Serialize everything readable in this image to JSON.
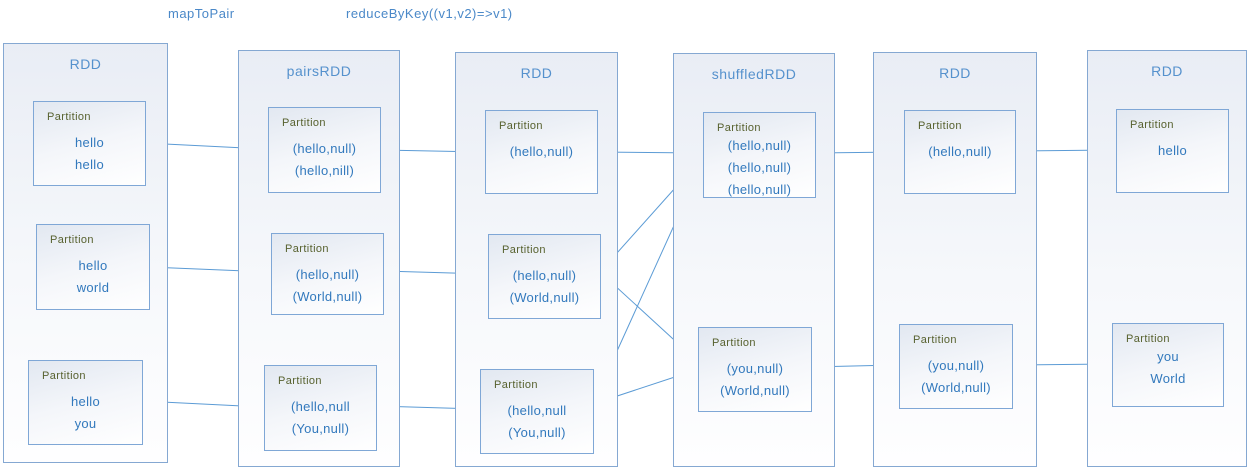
{
  "header_labels": {
    "map_to_pair": "mapToPair",
    "reduce_by_key": "reduceByKey((v1,v2)=>v1)"
  },
  "colors": {
    "box_border": "#85a8d2",
    "partition_border": "#7fa7d6",
    "arrow": "#5b9bd5",
    "rdd_title_text": "#5591cd",
    "partition_content_text": "#3279bd",
    "partition_label_text": "#57612e",
    "top_label_text": "#4a88c8"
  },
  "columns": [
    {
      "id": "rdd-1",
      "title": "RDD",
      "partitions": [
        {
          "label": "Partition",
          "lines": [
            "hello",
            "hello"
          ]
        },
        {
          "label": "Partition",
          "lines": [
            "hello",
            "world"
          ]
        },
        {
          "label": "Partition",
          "lines": [
            "hello",
            "you"
          ]
        }
      ]
    },
    {
      "id": "pairsRDD",
      "title": "pairsRDD",
      "partitions": [
        {
          "label": "Partition",
          "lines": [
            "(hello,null)",
            "(hello,nill)"
          ]
        },
        {
          "label": "Partition",
          "lines": [
            "(hello,null)",
            "(World,null)"
          ]
        },
        {
          "label": "Partition",
          "lines": [
            "(hello,null",
            "(You,null)"
          ]
        }
      ]
    },
    {
      "id": "rdd-2",
      "title": "RDD",
      "partitions": [
        {
          "label": "Partition",
          "lines": [
            "(hello,null)"
          ]
        },
        {
          "label": "Partition",
          "lines": [
            "(hello,null)",
            "(World,null)"
          ]
        },
        {
          "label": "Partition",
          "lines": [
            "(hello,null",
            "(You,null)"
          ]
        }
      ]
    },
    {
      "id": "shuffledRDD",
      "title": "shuffledRDD",
      "partitions": [
        {
          "label": "Partition",
          "lines": [
            "(hello,null)",
            "(hello,null)",
            "(hello,null)"
          ]
        },
        {
          "label": "Partition",
          "lines": [
            "(you,null)",
            "(World,null)"
          ]
        }
      ]
    },
    {
      "id": "rdd-3",
      "title": "RDD",
      "partitions": [
        {
          "label": "Partition",
          "lines": [
            "(hello,null)"
          ]
        },
        {
          "label": "Partition",
          "lines": [
            "(you,null)",
            "(World,null)"
          ]
        }
      ]
    },
    {
      "id": "rdd-4",
      "title": "RDD",
      "partitions": [
        {
          "label": "Partition",
          "lines": [
            "hello"
          ]
        },
        {
          "label": "Partition",
          "lines": [
            "you",
            "World"
          ]
        }
      ]
    }
  ],
  "flows": [
    {
      "from": "rdd-1.p1",
      "to": "pairsRDD.p1"
    },
    {
      "from": "rdd-1.p2",
      "to": "pairsRDD.p2"
    },
    {
      "from": "rdd-1.p3",
      "to": "pairsRDD.p3"
    },
    {
      "from": "pairsRDD.p1",
      "to": "rdd-2.p1"
    },
    {
      "from": "pairsRDD.p2",
      "to": "rdd-2.p2"
    },
    {
      "from": "pairsRDD.p3",
      "to": "rdd-2.p3"
    },
    {
      "from": "rdd-2.p1",
      "to": "shuffledRDD.p1"
    },
    {
      "from": "rdd-2.p2",
      "to": "shuffledRDD.p1"
    },
    {
      "from": "rdd-2.p2",
      "to": "shuffledRDD.p2"
    },
    {
      "from": "rdd-2.p3",
      "to": "shuffledRDD.p1"
    },
    {
      "from": "rdd-2.p3",
      "to": "shuffledRDD.p2"
    },
    {
      "from": "shuffledRDD.p1",
      "to": "rdd-3.p1"
    },
    {
      "from": "shuffledRDD.p2",
      "to": "rdd-3.p2"
    },
    {
      "from": "rdd-3.p1",
      "to": "rdd-4.p1"
    },
    {
      "from": "rdd-3.p2",
      "to": "rdd-4.p2"
    }
  ]
}
